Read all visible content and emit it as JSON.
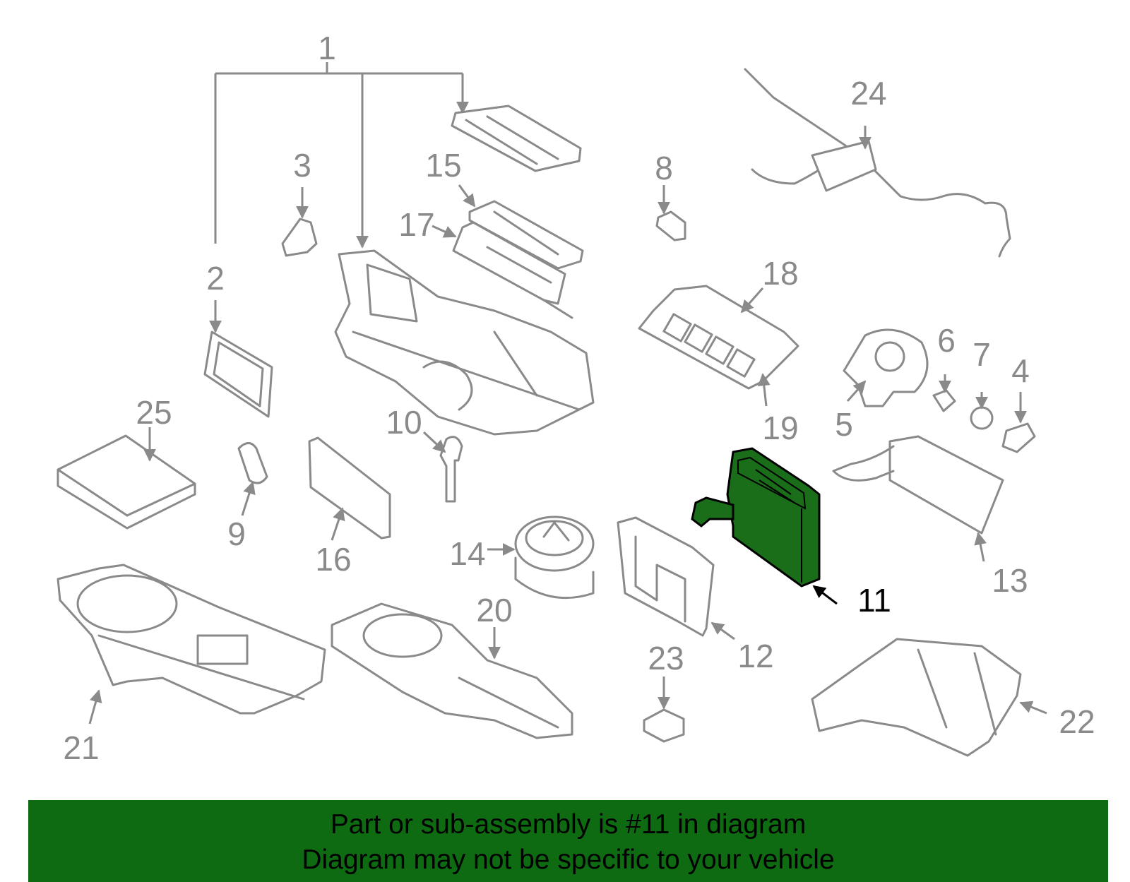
{
  "callouts": [
    {
      "label": "1"
    },
    {
      "label": "2"
    },
    {
      "label": "3"
    },
    {
      "label": "4"
    },
    {
      "label": "5"
    },
    {
      "label": "6"
    },
    {
      "label": "7"
    },
    {
      "label": "8"
    },
    {
      "label": "9"
    },
    {
      "label": "10"
    },
    {
      "label": "11"
    },
    {
      "label": "12"
    },
    {
      "label": "13"
    },
    {
      "label": "14"
    },
    {
      "label": "15"
    },
    {
      "label": "16"
    },
    {
      "label": "17"
    },
    {
      "label": "18"
    },
    {
      "label": "19"
    },
    {
      "label": "20"
    },
    {
      "label": "21"
    },
    {
      "label": "22"
    },
    {
      "label": "23"
    },
    {
      "label": "24"
    },
    {
      "label": "25"
    }
  ],
  "highlight": {
    "part_number": "11",
    "color": "#1a6e1a"
  },
  "banner": {
    "line1": "Part or sub-assembly is #11 in diagram",
    "line2": "Diagram may not be specific to your vehicle",
    "color": "#0e6b12"
  }
}
